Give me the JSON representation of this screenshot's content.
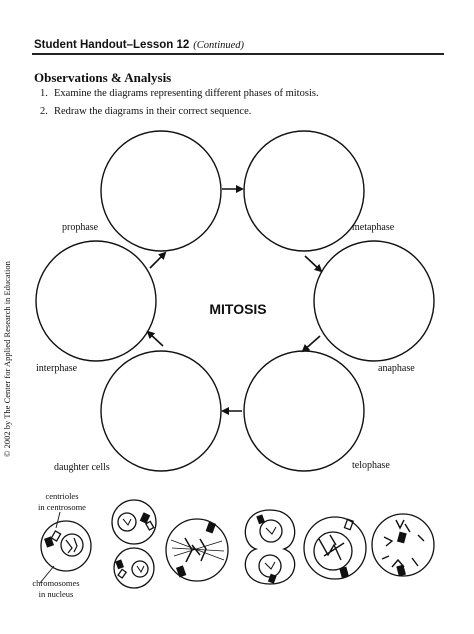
{
  "header": {
    "title": "Student Handout–Lesson 12",
    "continued": "(Continued)"
  },
  "section": {
    "title": "Observations & Analysis"
  },
  "steps": [
    {
      "num": "1.",
      "text": "Examine the diagrams representing different phases of mitosis."
    },
    {
      "num": "2.",
      "text": "Redraw the diagrams in their correct sequence."
    }
  ],
  "diagram": {
    "center_label": "MITOSIS",
    "phases": {
      "prophase": "prophase",
      "metaphase": "metaphase",
      "interphase": "interphase",
      "anaphase": "anaphase",
      "daughter_cells": "daughter cells",
      "telophase": "telophase"
    }
  },
  "legend": {
    "centrioles_1": "centrioles",
    "centrioles_2": "in centrosome",
    "chromosomes_1": "chromosomes",
    "chromosomes_2": "in nucleus"
  },
  "copyright": "© 2002 by The Center for Applied Research in Education",
  "colors": {
    "ink": "#111111",
    "paper": "#ffffff"
  }
}
